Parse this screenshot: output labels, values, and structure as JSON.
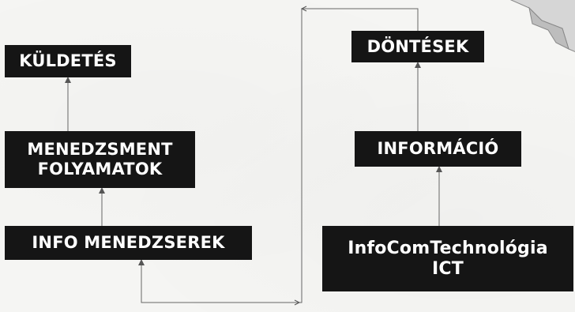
{
  "boxes": {
    "kuldetes": "KÜLDETÉS",
    "menedzsment": "MENEDZSMENT\nFOLYAMATOK",
    "info_menedzserek": "INFO MENEDZSEREK",
    "dontesek": "DÖNTÉSEK",
    "informacio": "INFORMÁCIÓ",
    "ict": "InfoComTechnológia\nICT"
  },
  "colors": {
    "box_fill": "#151515",
    "box_text": "#ffffff",
    "line": "#555555",
    "background": "#f5f5f3"
  }
}
